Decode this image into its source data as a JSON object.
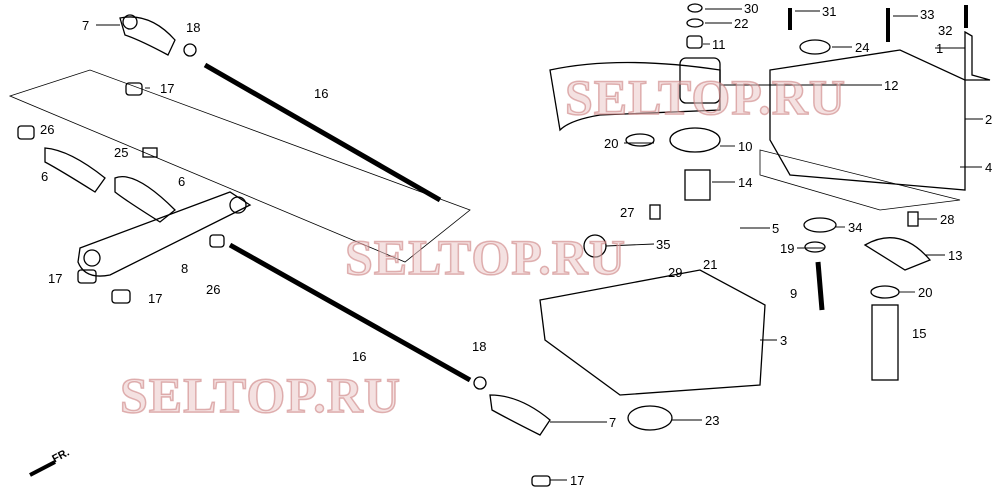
{
  "watermark": "SELTOP.RU",
  "front_marker": "FR.",
  "callouts": [
    "7",
    "18",
    "17",
    "16",
    "26",
    "25",
    "6",
    "6",
    "8",
    "17",
    "17",
    "26",
    "16",
    "18",
    "7",
    "17",
    "30",
    "22",
    "11",
    "31",
    "33",
    "32",
    "1",
    "24",
    "12",
    "2",
    "20",
    "10",
    "14",
    "4",
    "5",
    "27",
    "28",
    "34",
    "35",
    "19",
    "13",
    "29",
    "21",
    "9",
    "20",
    "15",
    "3",
    "23"
  ],
  "colors": {
    "line": "#000000",
    "watermark": "#e8c4c4"
  }
}
